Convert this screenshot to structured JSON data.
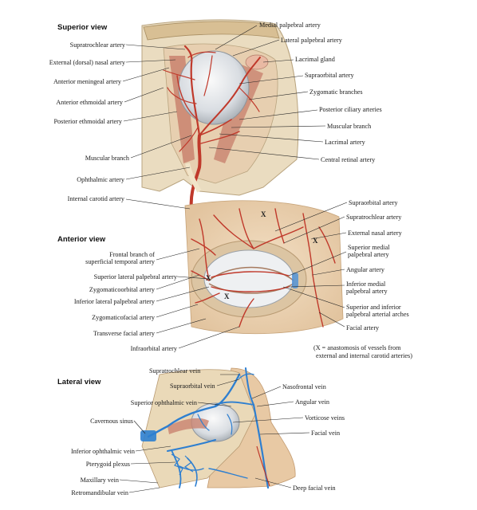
{
  "sections": {
    "superior": "Superior view",
    "anterior": "Anterior view",
    "lateral": "Lateral view"
  },
  "superior_labels": {
    "medial_palpebral_artery": "Medial palpebral artery",
    "supratrochlear_artery": "Supratrochlear artery",
    "lateral_palpebral_artery": "Lateral palpebral artery",
    "external_dorsal_nasal_artery": "External (dorsal) nasal artery",
    "lacrimal_gland": "Lacrimal gland",
    "anterior_meningeal_artery": "Anterior meningeal artery",
    "supraorbital_artery": "Supraorbital artery",
    "zygomatic_branches": "Zygomatic branches",
    "anterior_ethmoidal_artery": "Anterior ethmoidal artery",
    "posterior_ciliary_arteries": "Posterior ciliary arteries",
    "posterior_ethmoidal_artery": "Posterior ethmoidal artery",
    "muscular_branch_right": "Muscular branch",
    "lacrimal_artery": "Lacrimal artery",
    "muscular_branch_left": "Muscular branch",
    "central_retinal_artery": "Central retinal artery",
    "ophthalmic_artery": "Ophthalmic artery",
    "internal_carotid_artery": "Internal carotid artery"
  },
  "anterior_labels": {
    "supraorbital_artery": "Supraorbital artery",
    "supratrochlear_artery": "Supratrochlear artery",
    "external_nasal_artery": "External nasal artery",
    "frontal_branch_1": "Frontal branch of",
    "frontal_branch_2": "superficial temporal artery",
    "superior_medial_palpebral_1": "Superior medial",
    "superior_medial_palpebral_2": "palpebral artery",
    "superior_lateral_palpebral": "Superior lateral palpebral artery",
    "angular_artery": "Angular artery",
    "zygomaticoorbital_artery": "Zygomaticoorbital artery",
    "inferior_medial_palpebral_1": "Inferior medial",
    "inferior_medial_palpebral_2": "palpebral artery",
    "inferior_lateral_palpebral": "Inferior lateral palpebral artery",
    "palpebral_arches_1": "Superior and inferior",
    "palpebral_arches_2": "palpebral arterial arches",
    "zygomaticofacial_artery": "Zygomaticofacial artery",
    "facial_artery": "Facial artery",
    "transverse_facial_artery": "Transverse facial artery",
    "infraorbital_artery": "Infraorbital artery",
    "note_1": "(X = anastomosis of vessels from",
    "note_2": "external and internal carotid arteries)",
    "x_mark": "X"
  },
  "lateral_labels": {
    "supratrochlear_vein": "Supratrochlear vein",
    "supraorbital_vein": "Supraorbital vein",
    "nasofrontal_vein": "Nasofrontal vein",
    "angular_vein": "Angular vein",
    "superior_ophthalmic_vein": "Superior ophthalmic vein",
    "vorticose_veins": "Vorticose veins",
    "cavernous_sinus": "Cavernous sinus",
    "facial_vein": "Facial vein",
    "inferior_ophthalmic_vein": "Inferior ophthalmic vein",
    "pterygoid_plexus": "Pterygoid plexus",
    "maxillary_vein": "Maxillary vein",
    "deep_facial_vein": "Deep facial vein",
    "retromandibular_vein": "Retromandibular vein"
  },
  "colors": {
    "artery": "#c0392b",
    "vein": "#2e7fd0",
    "bone": "#e8d9b8",
    "muscle": "#c97b6a",
    "leader": "#222222"
  }
}
